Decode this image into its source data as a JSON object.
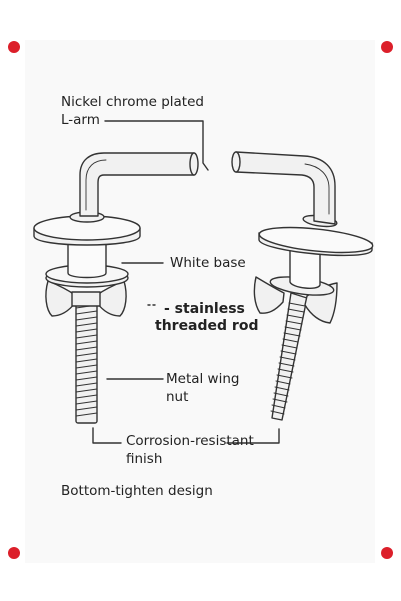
{
  "colors": {
    "marker": "#dc1f2a",
    "stroke": "#333333",
    "metal": "#f1f1f1",
    "panel": "#f9f9f9"
  },
  "labels": {
    "l_arm_1": "Nickel chrome plated",
    "l_arm_2": "L-arm",
    "white_base": "White base",
    "rod_1": "- stainless",
    "rod_2": "threaded rod",
    "wing_nut_1": "Metal wing",
    "wing_nut_2": "nut",
    "finish_1": "Corrosion-resistant",
    "finish_2": "finish",
    "design": "Bottom-tighten design"
  }
}
